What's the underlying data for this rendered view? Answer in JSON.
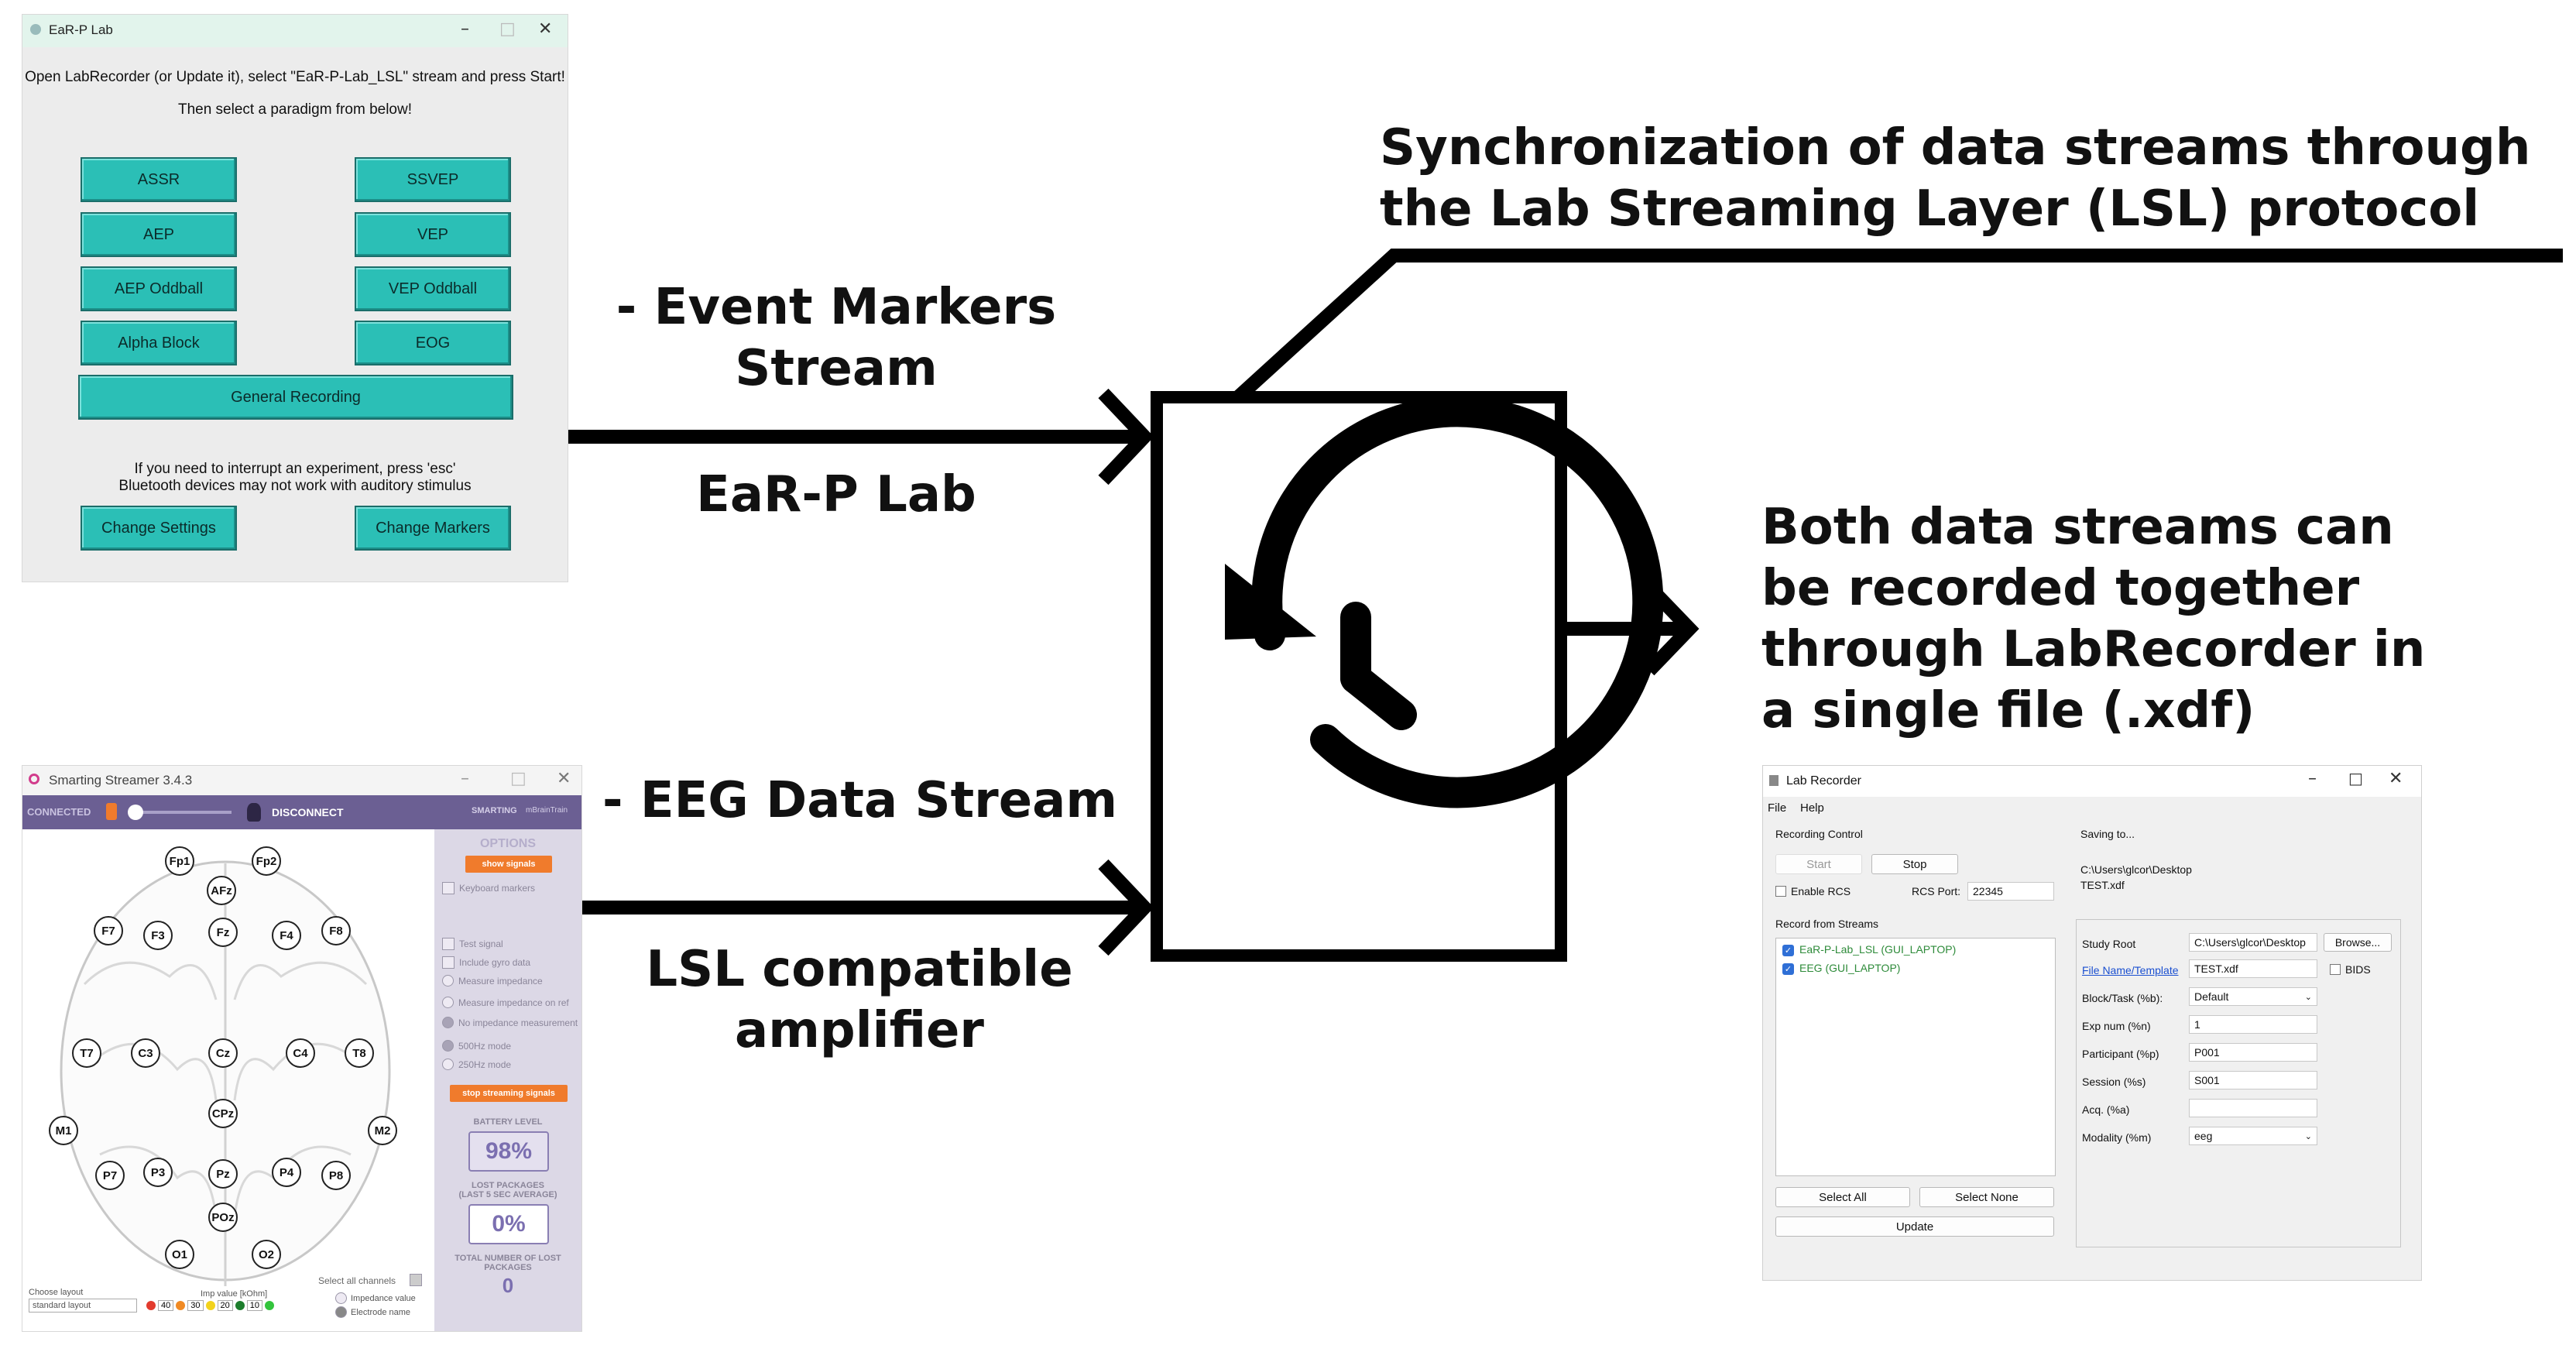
{
  "annotations": {
    "sync_line1": "Synchronization of data streams through",
    "sync_line2": "the Lab Streaming Layer (LSL) protocol",
    "event_line1": "- Event Markers",
    "event_line2": "Stream",
    "earp_label": "EaR-P Lab",
    "eeg_stream": "- EEG Data Stream",
    "lsl_line1": "LSL compatible",
    "lsl_line2": "amplifier",
    "both_line1": "Both data streams can",
    "both_line2": "be recorded together",
    "both_line3": "through LabRecorder in",
    "both_line4": "a single file (.xdf)"
  },
  "earp_window": {
    "title": "EaR-P Lab",
    "instruction1": "Open LabRecorder (or Update it), select \"EaR-P-Lab_LSL\" stream and press Start!",
    "instruction2": "Then select a paradigm from below!",
    "buttons": [
      "ASSR",
      "SSVEP",
      "AEP",
      "VEP",
      "AEP Oddball",
      "VEP Oddball",
      "Alpha Block",
      "EOG"
    ],
    "general_recording": "General Recording",
    "note1": "If you need to interrupt an experiment, press 'esc'",
    "note2": "Bluetooth devices may not work with auditory stimulus",
    "change_settings": "Change Settings",
    "change_markers": "Change Markers"
  },
  "smarting_window": {
    "title": "Smarting Streamer 3.4.3",
    "connected": "CONNECTED",
    "disconnect": "DISCONNECT",
    "brand": "SMARTING",
    "brand2": "mBrainTrain",
    "options": "OPTIONS",
    "show_signals": "show signals",
    "keyboard_markers": "Keyboard markers",
    "test_signal": "Test signal",
    "include_gyro": "Include gyro data",
    "measure_impedance": "Measure impedance",
    "measure_impedance_ref": "Measure impedance on ref",
    "no_impedance": "No impedance measurement",
    "mode_500": "500Hz mode",
    "mode_250": "250Hz mode",
    "stop_streaming": "stop streaming signals",
    "battery_label": "BATTERY LEVEL",
    "battery_value": "98%",
    "lost_label1": "LOST PACKAGES",
    "lost_label2": "(LAST 5 SEC AVERAGE)",
    "lost_value": "0%",
    "total_lost1": "TOTAL NUMBER OF LOST",
    "total_lost2": "PACKAGES",
    "total_lost_value": "0",
    "select_all": "Select all channels",
    "choose_layout": "Choose layout",
    "layout_value": "standard layout",
    "imp_value": "Imp value [kOhm]",
    "imp_levels": [
      "40",
      "30",
      "20",
      "10"
    ],
    "impedance_value_opt": "Impedance value",
    "electrode_name_opt": "Electrode name",
    "channels": [
      "Fp1",
      "Fp2",
      "AFz",
      "F7",
      "F3",
      "Fz",
      "F4",
      "F8",
      "T7",
      "C3",
      "Cz",
      "C4",
      "T8",
      "CPz",
      "M1",
      "M2",
      "P7",
      "P3",
      "Pz",
      "P4",
      "P8",
      "POz",
      "O1",
      "O2"
    ]
  },
  "labrecorder_window": {
    "title": "Lab Recorder",
    "menu_file": "File",
    "menu_help": "Help",
    "recording_control": "Recording Control",
    "start": "Start",
    "stop": "Stop",
    "enable_rcs": "Enable RCS",
    "rcs_port_label": "RCS Port:",
    "rcs_port_value": "22345",
    "saving_to": "Saving to...",
    "save_path1": "C:\\Users\\glcor\\Desktop",
    "save_path2": "TEST.xdf",
    "record_from_streams": "Record from Streams",
    "streams": [
      "EaR-P-Lab_LSL (GUI_LAPTOP)",
      "EEG (GUI_LAPTOP)"
    ],
    "select_all": "Select All",
    "select_none": "Select None",
    "update": "Update",
    "study_root_label": "Study Root",
    "study_root_value": "C:\\Users\\glcor\\Desktop",
    "browse": "Browse...",
    "file_name_label": "File Name/Template",
    "file_name_value": "TEST.xdf",
    "bids": "BIDS",
    "block_label": "Block/Task (%b):",
    "block_value": "Default",
    "exp_label": "Exp num (%n)",
    "exp_value": "1",
    "participant_label": "Participant (%p)",
    "participant_value": "P001",
    "session_label": "Session (%s)",
    "session_value": "S001",
    "acq_label": "Acq. (%a)",
    "acq_value": "",
    "modality_label": "Modality (%m)",
    "modality_value": "eeg"
  },
  "colors": {
    "teal_button": "#2bbfb6",
    "smarting_purple": "#6b5f93",
    "smarting_orange": "#f07b2c",
    "stream_green": "#2e8b3a"
  },
  "icons": [
    "history-icon",
    "minimize-icon",
    "maximize-icon",
    "close-icon"
  ]
}
